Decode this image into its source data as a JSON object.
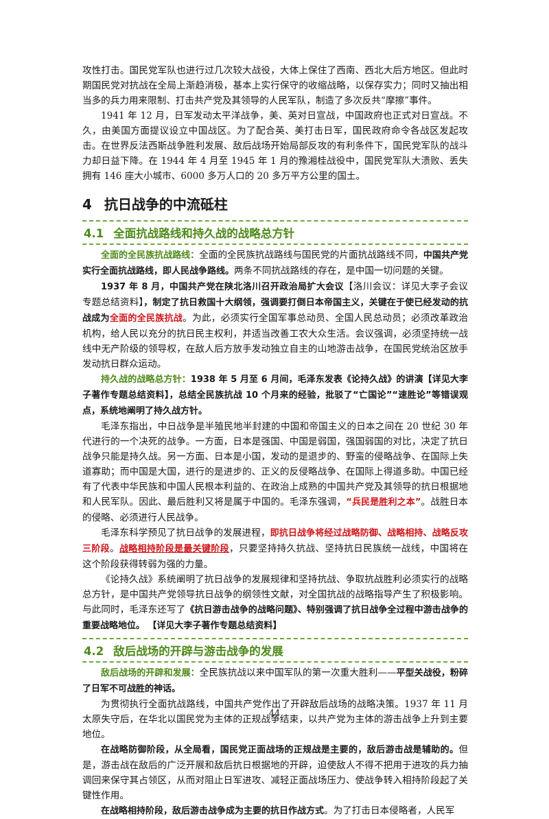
{
  "p1": "攻性打击。国民党军队也进行过几次较大战役，大体上保住了西南、西北大后方地区。但此时期国民党对抗战在全局上渐趋消极，基本上实行保守的收缩战略，以保存实力；同时又抽出相当多的兵力用来限制、打击共产党及其领导的人民军队，制造了多次反共“摩擦”事件。",
  "p2": "1941 年 12 月，日军发动太平洋战争，美、英对日宣战，中国政府也正式对日宣战。不久，由美国方面提议设立中国战区。为了配合英、美打击日军，国民政府命令各战区发起攻击。在世界反法西斯战争胜利发展、敌后战场开始局部反攻的有利条件下，国民党军队的战斗力却日益下降。在 1944 年 4 月至 1945 年 1 月的豫湘桂战役中，国民党军队大溃败、丢失拥有 146 座大小城市、6000 多万人口的 20 多万平方公里的国土。",
  "h4": {
    "num": "4",
    "title": "抗日战争的中流砥柱"
  },
  "s41": {
    "num": "4.1",
    "title": "全面抗战路线和持久战的战略总方针"
  },
  "p3": {
    "lead": "全面的全民族抗战路线：",
    "t1": "全面的全民族抗战路线与国民党的片面抗战路线不同，",
    "b1": "中国共产党实行全面抗战路线，即人民战争路线。",
    "t2": "两条不同抗战路线的存在，是中国一切问题的关键。"
  },
  "p4": {
    "b1": "1937 年 8 月，中国共产党在陕北洛川召开政治局扩大会议",
    "t1": "【洛川会议：详见大李子会议专题总结资料】",
    "b2": "，制定了抗日救国十大纲领，强调要打倒日本帝国主义，关键在于使已经发动的抗战成为",
    "r1": "全面的全民族抗战",
    "t2": "。为此，必须实行全国军事总动员、全国人民总动员；必须改革政治机构，给人民以充分的抗日民主权利，并适当改善工农大众生活。会议强调，必须坚持统一战线中无产阶级的领导权，在敌人后方放手发动独立自主的山地游击战争，在国民党统治区放手发动抗日群众运动。"
  },
  "p5": {
    "lead": "持久战的战略总方针：",
    "b1": "1938 年 5 月至 6 月间，毛泽东发表《论持久战》的讲演【详见大李子著作专题总结资料】，总结全民族抗战 10 个月来的经验，批驳了“亡国论”“速胜论”等错误观点，系统地阐明了持久战方针。"
  },
  "p6": {
    "t1": "毛泽东指出，中日战争是半殖民地半封建的中国和帝国主义的日本之间在 20 世纪 30 年代进行的一个决死的战争。一方面，日本是强国、中国是弱国，强国弱国的对比，决定了抗日战争只能是持久战。另一方面、日本是小国，发动的是退步的、野蛮的侵略战争、在国际上失道寡助；而中国是大国，进行的是进步的、正义的反侵略战争、在国际上得道多助。中国已经有了代表中华民族和中国人民根本利益的、在政治上成熟的中国共产党及其领导的抗日根据地和人民军队。因此、最后胜利又将是属于中国的。毛泽东强调，",
    "r1": "“兵民是胜利之本”",
    "t2": "。战胜日本的侵略、必须进行人民战争。"
  },
  "p7": {
    "t1": "毛泽东科学预见了抗日战争的发展进程，",
    "r1": "即抗日战争将经过战略防御、战略相持、战略反攻三阶段",
    "t2": "。",
    "r2": "战略相持阶段是最关键阶段",
    "t3": "，只要坚持持久抗战、坚持抗日民族统一战线，中国将在这个阶段获得转弱为强的力量。"
  },
  "p8": {
    "t1": "《论持久战》系统阐明了抗日战争的发展规律和坚持抗战、争取抗战胜利必须实行的战略总方针，是中国共产党领导抗日战争的纲领性文献，对全国抗战的战略指导产生了积极影响。与此同时，毛泽东还写了",
    "b1": "《抗日游击战争的战略问题》、特别强调了抗日战争全过程中游击战争的重要战略地位。",
    "b2": "【详见大李子著作专题总结资料】"
  },
  "s42": {
    "num": "4.2",
    "title": "敌后战场的开辟与游击战争的发展"
  },
  "p9": {
    "lead": "敌后战场的开辟和发展：",
    "t1": "全民族抗战以来中国军队的第一次重大胜利——",
    "b1": "平型关战役，粉碎了日军不可战胜的神话。"
  },
  "p10": "为贯彻执行全面抗战路线，中国共产党作出了开辟敌后战场的战略决策。1937 年 11 月太原失守后，在华北以国民党为主体的正规战争结束，以共产党为主体的游击战争上升到主要地位。",
  "p11": {
    "b1": "在战略防御阶段，从全局看，国民党正面战场的正规战是主要的，敌后游击战是辅助的。",
    "t1": "但是，游击战在敌后的广泛开展和敌后抗日根据地的开辟，迫使敌人不得不把用于进攻的兵力抽调回来保守其占领区，从而对阻止日军进攻、减轻正面战场压力、使战争转入相持阶段起了关键性作用。"
  },
  "p12": {
    "b1": "在战略相持阶段，敌后游击战争成为主要的抗日作战方式",
    "t1": "。为了打击日本侵略者，人民军"
  },
  "page_number": "44"
}
